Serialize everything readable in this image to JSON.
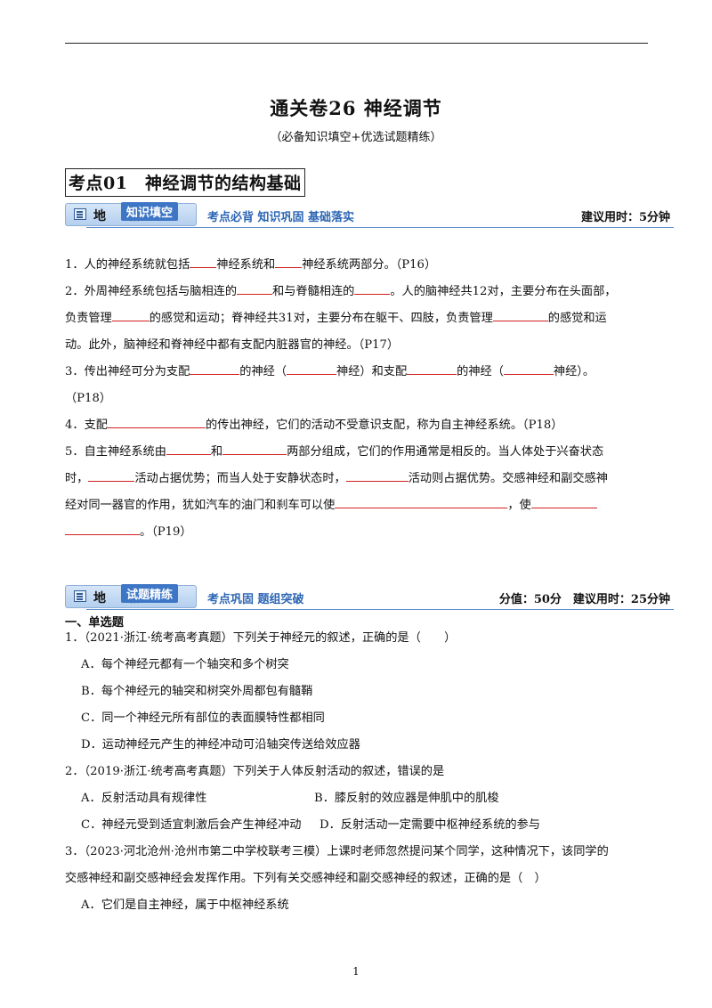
{
  "title": "通关卷26 神经调节",
  "subtitle": "（必备知识填空+优选试题精练）",
  "section_title": "考点01　神经调节的结构基础",
  "banner1": {
    "geo": "地　城",
    "tab": "知识填空",
    "mid": "考点必背  知识巩固  基础落实",
    "right": "建议用时：5分钟"
  },
  "fill": {
    "l1a": "1．人的神经系统就包括",
    "l1b": "神经系统和",
    "l1c": "神经系统两部分。（P16）",
    "l2a": "2．外周神经系统包括与脑相连的",
    "l2b": "和与脊髓相连的",
    "l2c": "。人的脑神经共12对，主要分布在头面部，",
    "l3a": "负责管理",
    "l3b": "的感觉和运动；脊神经共31对，主要分布在躯干、四肢，负责管理",
    "l3c": "的感觉和运",
    "l4": "动。此外，脑神经和脊神经中都有支配内脏器官的神经。（P17）",
    "l5a": "3．传出神经可分为支配",
    "l5b": "的神经（",
    "l5c": "神经）和支配",
    "l5d": "的神经（",
    "l5e": "神经）。",
    "l6": "（P18）",
    "l7a": "4．支配",
    "l7b": "的传出神经，它们的活动不受意识支配，称为自主神经系统。（P18）",
    "l8a": "5．自主神经系统由",
    "l8b": "和",
    "l8c": "两部分组成，它们的作用通常是相反的。当人体处于兴奋状态",
    "l9a": "时，",
    "l9b": "活动占据优势；而当人处于安静状态时，",
    "l9c": "活动则占据优势。交感神经和副交感神",
    "l10a": "经对同一器官的作用，犹如汽车的油门和刹车可以使",
    "l10b": "，使",
    "l11": "。（P19）"
  },
  "banner2": {
    "geo": "地　城",
    "tab": "试题精练",
    "mid": "考点巩固  题组突破",
    "right": "分值：50分　建议用时：25分钟"
  },
  "mcq": {
    "heading": "一、单选题",
    "q1": "1．（2021·浙江·统考高考真题）下列关于神经元的叙述，正确的是（　　）",
    "q1a": "A．每个神经元都有一个轴突和多个树突",
    "q1b": "B．每个神经元的轴突和树突外周都包有髓鞘",
    "q1c": "C．同一个神经元所有部位的表面膜特性都相同",
    "q1d": "D．运动神经元产生的神经冲动可沿轴突传送给效应器",
    "q2": "2．（2019·浙江·统考高考真题）下列关于人体反射活动的叙述，错误的是",
    "q2a": "A．反射活动具有规律性",
    "q2b": "B．膝反射的效应器是伸肌中的肌梭",
    "q2c": "C．神经元受到适宜刺激后会产生神经冲动",
    "q2d": "D．反射活动一定需要中枢神经系统的参与",
    "q3": "3．（2023·河北沧州·沧州市第二中学校联考三模）上课时老师忽然提问某个同学，这种情况下，该同学的",
    "q3b": "交感神经和副交感神经会发挥作用。下列有关交感神经和副交感神经的叙述，正确的是（　）",
    "q3a": "A．它们是自主神经，属于中枢神经系统"
  },
  "page_number": "1"
}
